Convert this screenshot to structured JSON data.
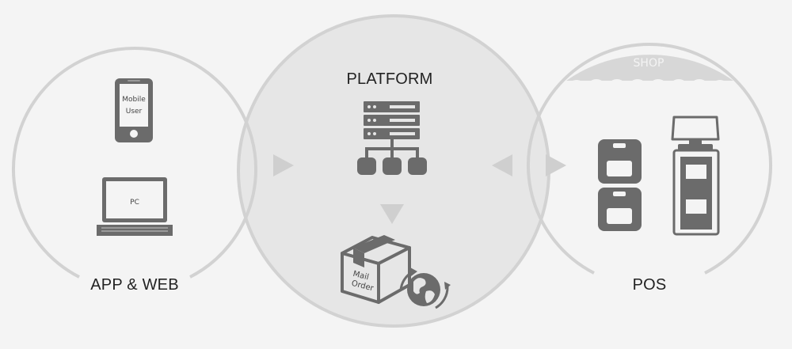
{
  "sections": {
    "app_web": {
      "label": "APP & WEB",
      "mobile_text_line1": "Mobile",
      "mobile_text_line2": "User",
      "pc_text": "PC"
    },
    "platform": {
      "label": "PLATFORM",
      "box_text_line1": "Mail",
      "box_text_line2": "Order"
    },
    "pos": {
      "label": "POS",
      "awning_text": "SHOP"
    }
  },
  "colors": {
    "background": "#f4f4f4",
    "circle_stroke": "#d2d2d2",
    "platform_fill": "#e6e6e6",
    "icon": "#6b6b6b",
    "arrow": "#cfcfcf",
    "awning": "#d7d7d7"
  }
}
